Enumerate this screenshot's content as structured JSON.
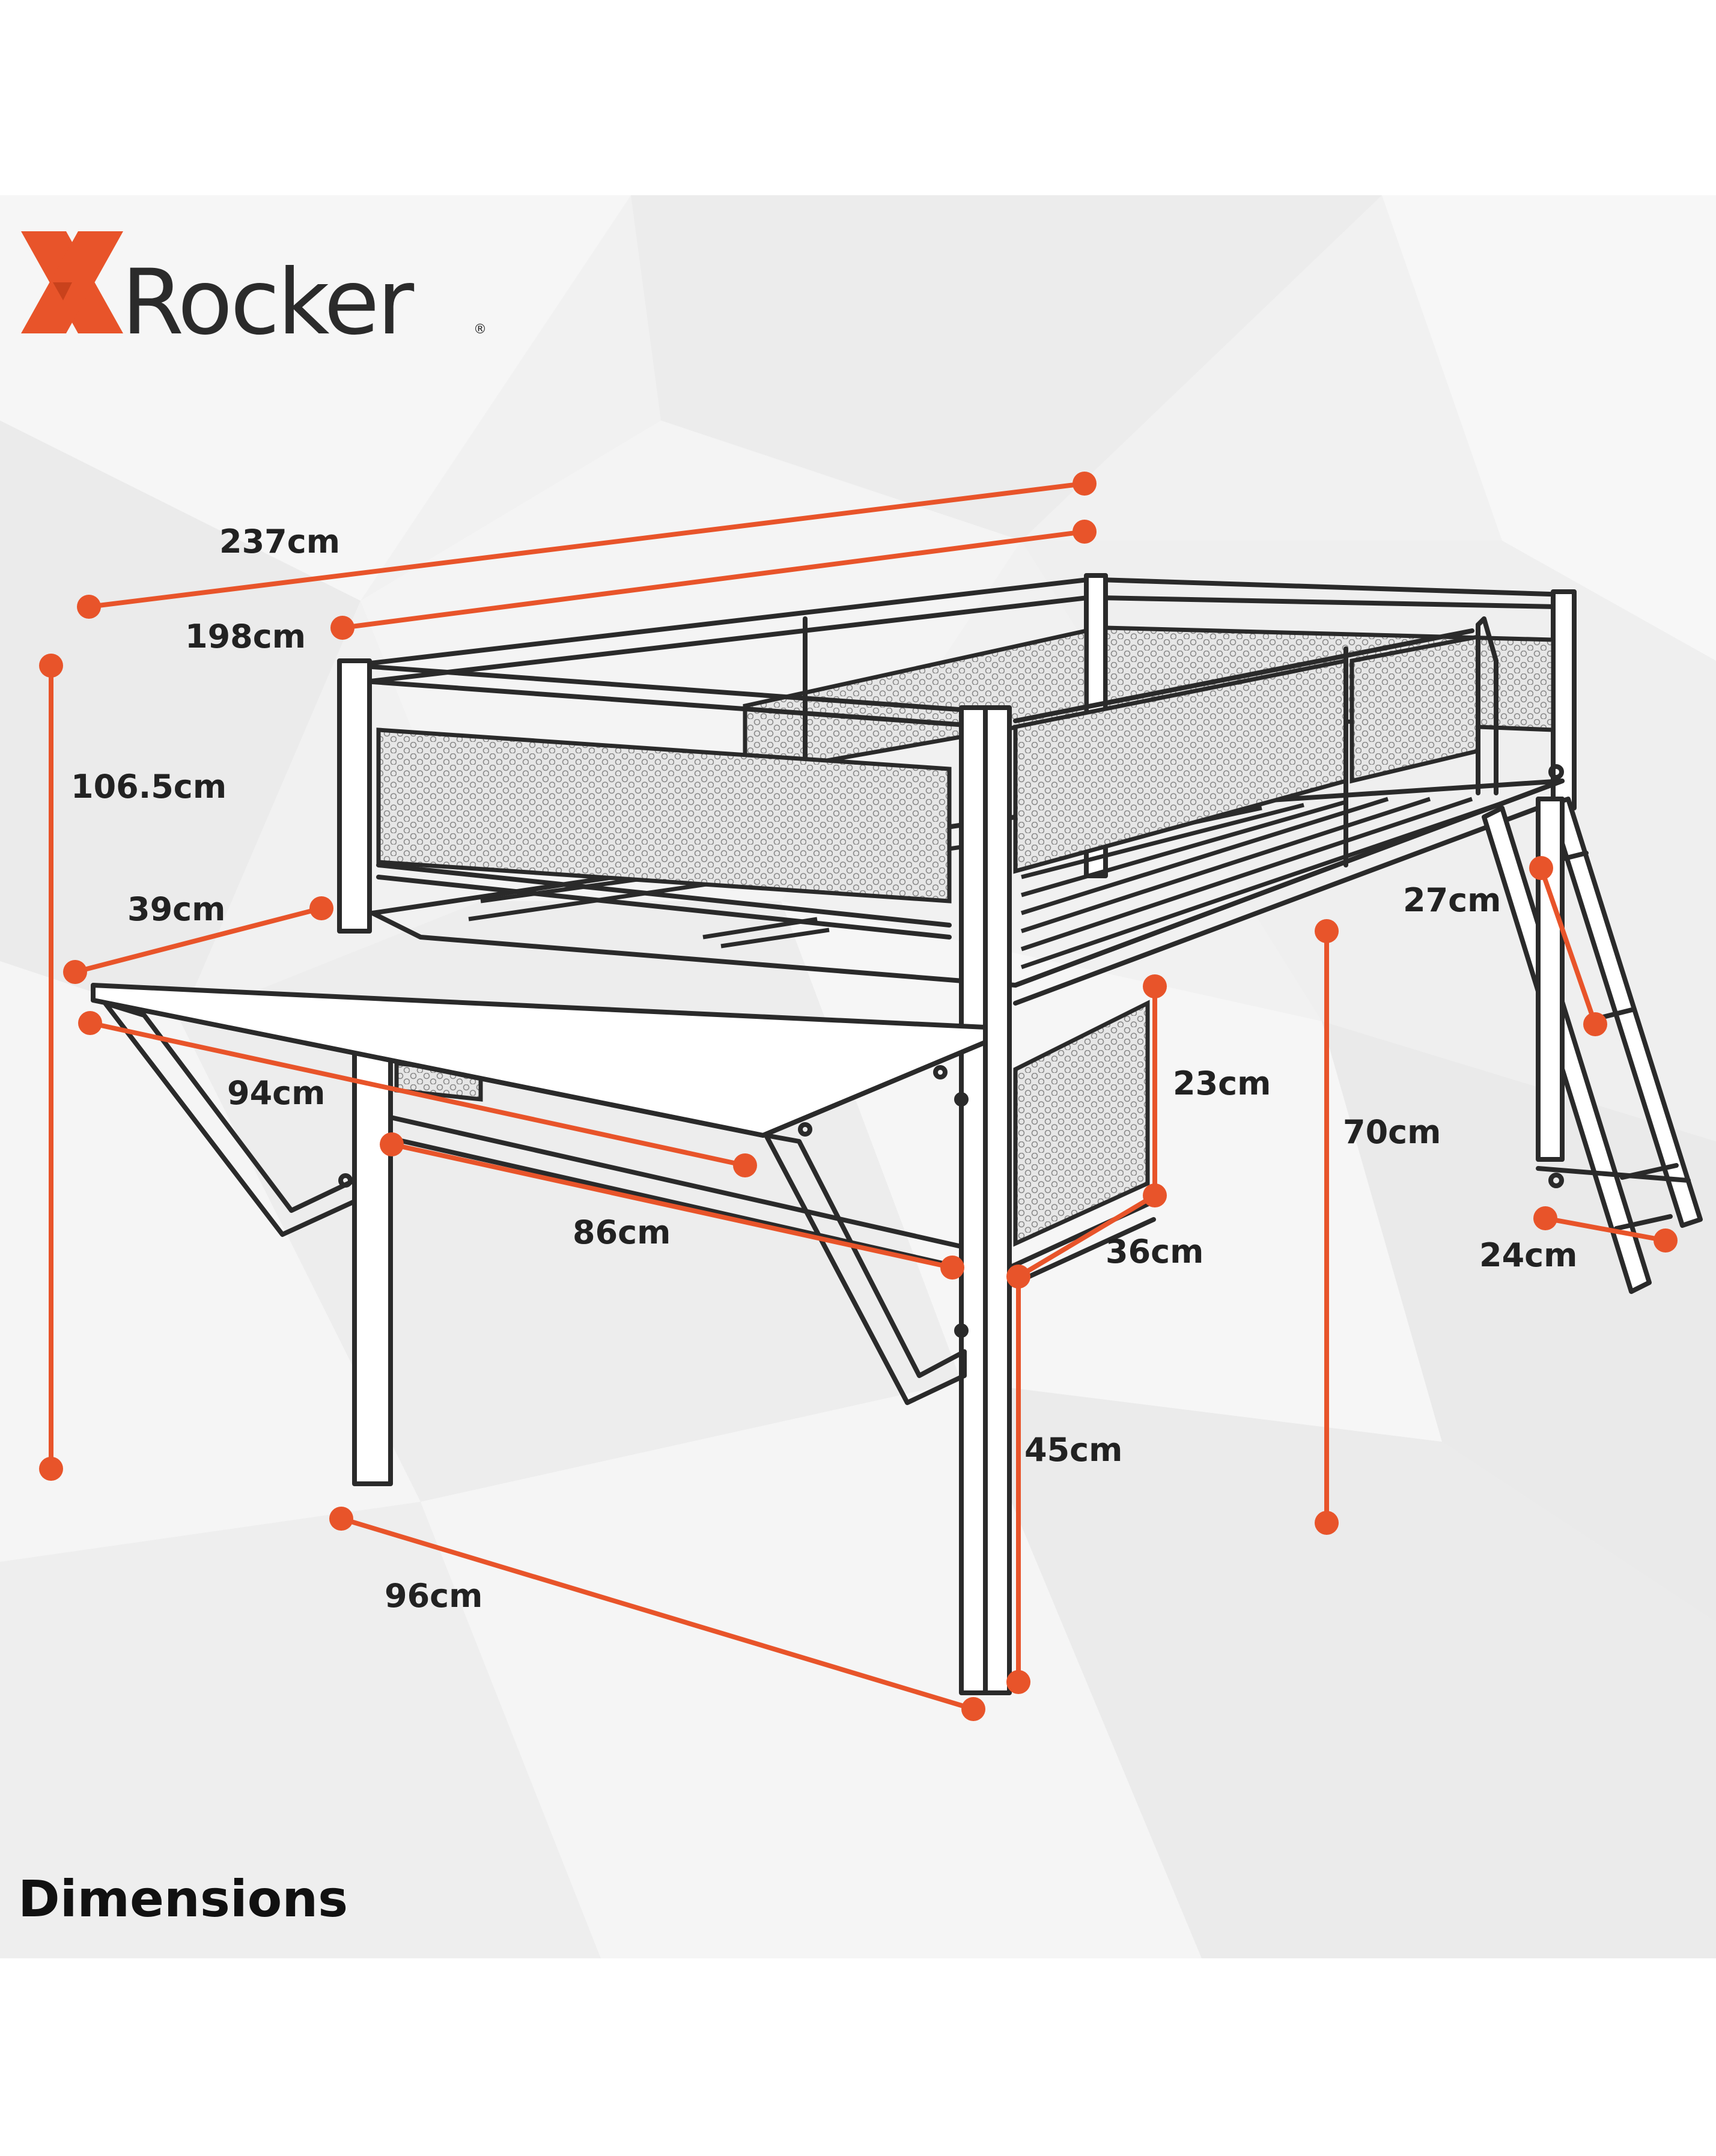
{
  "brand": {
    "logo_name": "XRocker",
    "logo_registered": "®",
    "accent_color": "#e8542a",
    "text_color": "#2b2b2b"
  },
  "title": "Dimensions",
  "dimensions": {
    "overall_length": "237cm",
    "mattress_length": "198cm",
    "overall_height": "106.5cm",
    "desk_depth": "39cm",
    "desk_width": "94cm",
    "inner_desk_width": "86cm",
    "under_bed_height": "23cm",
    "bed_width": "36cm",
    "ladder_rung": "27cm",
    "frame_height": "70cm",
    "clearance_height": "45cm",
    "ladder_width": "24cm",
    "base_width": "96cm"
  },
  "icons": {
    "dimension_marker": "circle-dot-icon"
  }
}
